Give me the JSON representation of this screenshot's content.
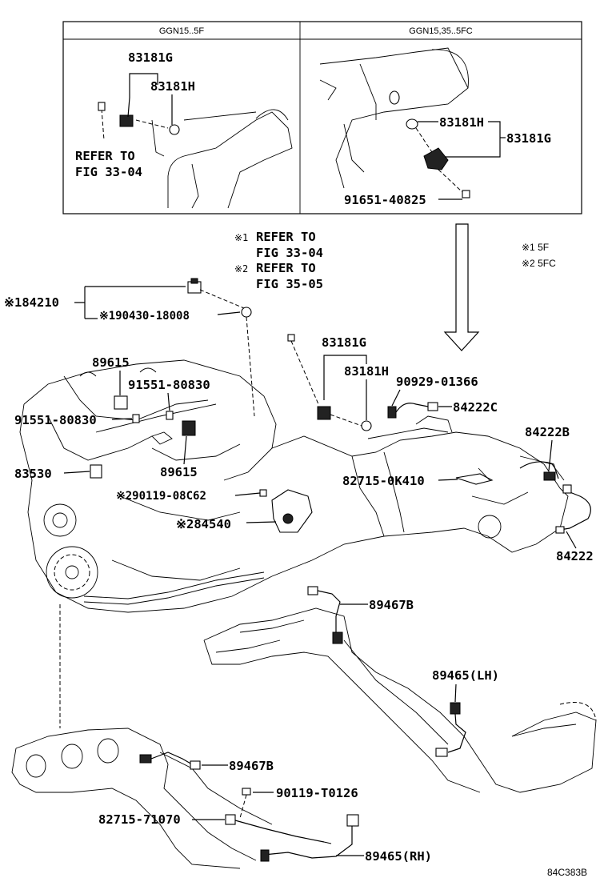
{
  "inset": {
    "left_header": "GGN15..5F",
    "right_header": "GGN15,35..5FC",
    "left_labels": {
      "g": "83181G",
      "h": "83181H",
      "refer1": "REFER TO",
      "refer2": "FIG 33-04"
    },
    "right_labels": {
      "h": "83181H",
      "g": "83181G",
      "bolt": "91651-40825"
    }
  },
  "notes": {
    "ref1_mark": "※1",
    "ref1_l1": "REFER TO",
    "ref1_l2": "FIG 33-04",
    "ref2_mark": "※2",
    "ref2_l1": "REFER TO",
    "ref2_l2": "FIG 35-05",
    "legend1": "※1  5F",
    "legend2": "※2  5FC"
  },
  "labels": {
    "p84210": "※184210",
    "p90430": "※190430-18008",
    "p89615a": "89615",
    "p91551a": "91551-80830",
    "p91551b": "91551-80830",
    "p89615b": "89615",
    "p83530": "83530",
    "p90119a": "※290119-08C62",
    "p84540": "※284540",
    "p83181g": "83181G",
    "p83181h": "83181H",
    "p90929": "90929-01366",
    "p84222c": "84222C",
    "p84222b": "84222B",
    "p82715a": "82715-0K410",
    "p84222": "84222",
    "p89467b_top": "89467B",
    "p89465lh": "89465(LH)",
    "p89467b_bot": "89467B",
    "p90119b": "90119-T0126",
    "p82715b": "82715-71070",
    "p89465rh": "89465(RH)"
  },
  "code": "84C383B"
}
